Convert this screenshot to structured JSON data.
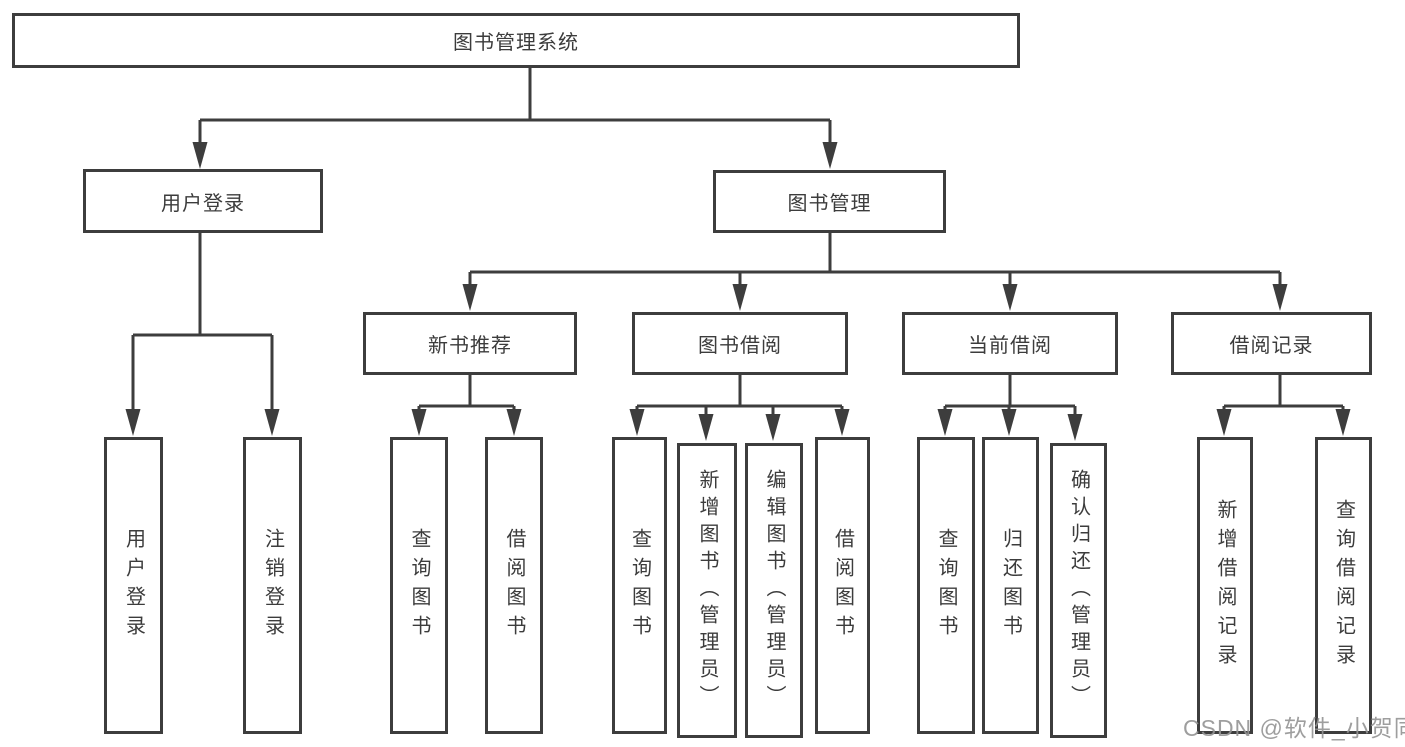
{
  "colors": {
    "line": "#3d3d3d",
    "box_border": "#3d3d3d",
    "box_fill": "#ffffff",
    "text": "#3c3c3c",
    "watermark": "#949494"
  },
  "watermark": "CSDN @软件_小贺同学",
  "tree": {
    "label": "图书管理系统",
    "children": [
      {
        "label": "用户登录",
        "children": [
          {
            "label": "用户登录"
          },
          {
            "label": "注销登录"
          }
        ]
      },
      {
        "label": "图书管理",
        "children": [
          {
            "label": "新书推荐",
            "children": [
              {
                "label": "查询图书"
              },
              {
                "label": "借阅图书"
              }
            ]
          },
          {
            "label": "图书借阅",
            "children": [
              {
                "label": "查询图书"
              },
              {
                "label": "新增图书（管理员）"
              },
              {
                "label": "编辑图书（管理员）"
              },
              {
                "label": "借阅图书"
              }
            ]
          },
          {
            "label": "当前借阅",
            "children": [
              {
                "label": "查询图书"
              },
              {
                "label": "归还图书"
              },
              {
                "label": "确认归还（管理员）"
              }
            ]
          },
          {
            "label": "借阅记录",
            "children": [
              {
                "label": "新增借阅记录"
              },
              {
                "label": "查询借阅记录"
              }
            ]
          }
        ]
      }
    ]
  }
}
